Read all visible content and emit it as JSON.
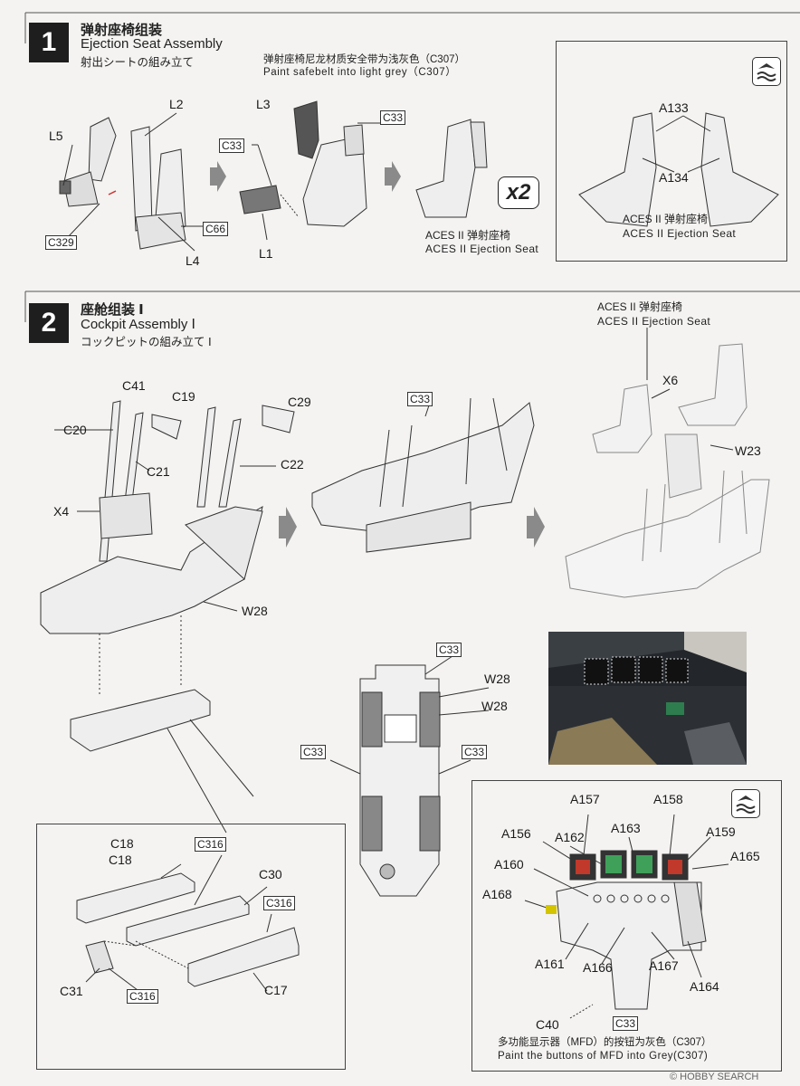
{
  "step1": {
    "number": "1",
    "title_cn": "弹射座椅组装",
    "title_en": "Ejection Seat Assembly",
    "title_jp": "射出シートの組み立て",
    "note_cn": "弹射座椅尼龙材质安全带为浅灰色（C307）",
    "note_en": "Paint safebelt into light grey（C307）",
    "seat_cn": "ACES II 弹射座椅",
    "seat_en": "ACES II Ejection Seat",
    "multiplier": "x2",
    "labels": {
      "l2": "L2",
      "l5": "L5",
      "l4": "L4",
      "l3": "L3",
      "l1": "L1",
      "a133": "A133",
      "a134": "A134"
    },
    "parts": {
      "c66": "66",
      "c329": "329",
      "c33a": "33",
      "c33b": "33"
    },
    "inset_seat_cn": "ACES II 弹射座椅",
    "inset_seat_en": "ACES II Ejection Seat"
  },
  "step2": {
    "number": "2",
    "title_cn": "座舱组装 Ⅰ",
    "title_en": "Cockpit Assembly Ⅰ",
    "title_jp": "コックピットの組み立て Ⅰ",
    "seat_cn": "ACES II 弹射座椅",
    "seat_en": "ACES II Ejection Seat",
    "labels": {
      "c41": "C41",
      "c19": "C19",
      "c29": "C29",
      "c20": "C20",
      "c21": "C21",
      "c22": "C22",
      "x4": "X4",
      "w28a": "W28",
      "x6": "X6",
      "w23": "W23",
      "w28b": "W28",
      "w28c": "W28",
      "c18a": "C18",
      "c18b": "C18",
      "c30": "C30",
      "c31": "C31",
      "c17": "C17",
      "a157": "A157",
      "a158": "A158",
      "a156": "A156",
      "a162": "A162",
      "a163": "A163",
      "a159": "A159",
      "a160": "A160",
      "a165": "A165",
      "a168": "A168",
      "a161": "A161",
      "a166": "A166",
      "a167": "A167",
      "a164": "A164",
      "c40": "C40"
    },
    "parts": {
      "c33a": "33",
      "c33b": "33",
      "c33c": "33",
      "c33d": "33",
      "c316a": "316",
      "c316b": "316",
      "c316c": "316",
      "c33e": "33"
    },
    "mfd_note_cn": "多功能显示器（MFD）的按钮为灰色（C307）",
    "mfd_note_en": "Paint the buttons of MFD into Grey(C307)"
  },
  "part_prefix": "C",
  "watermark": "© HOBBY SEARCH",
  "colors": {
    "frame": "#444444",
    "step_box": "#1e1e1e",
    "arrow": "#8a8a8a",
    "mfd_green": "#3fa05a",
    "mfd_red": "#c0392b"
  }
}
